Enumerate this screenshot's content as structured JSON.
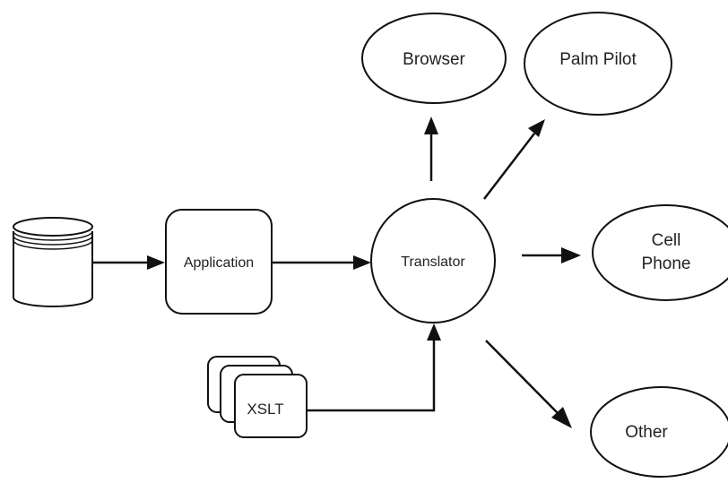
{
  "diagram": {
    "nodes": {
      "application": "Application",
      "translator": "Translator",
      "xslt": "XSLT",
      "browser": "Browser",
      "palm_pilot": "Palm Pilot",
      "cell_phone_line1": "Cell",
      "cell_phone_line2": "Phone",
      "other": "Other"
    },
    "colors": {
      "stroke": "#111111",
      "fill": "#ffffff",
      "text": "#222222"
    }
  }
}
